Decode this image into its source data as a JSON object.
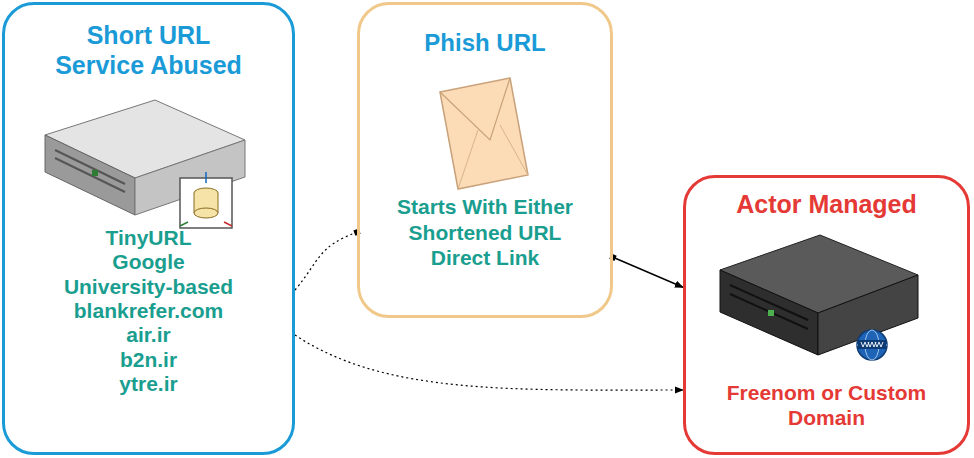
{
  "diagram": {
    "nodes": [
      {
        "text": [
          "Short URL Service Abused",
          "TinyURL",
          "Google",
          "University-based",
          "blankrefer.com",
          "air.ir",
          "b2n.ir",
          "ytre.ir"
        ]
      },
      {
        "text": [
          "Phish URL",
          "Starts With Either",
          "Shortened URL",
          "Direct Link"
        ]
      },
      {
        "text": [
          "Actor Managed",
          "Freenom or Custom Domain"
        ]
      }
    ],
    "edges": [
      {
        "from": 1,
        "to": 0,
        "arrow": "none"
      },
      {
        "from": 0,
        "to": 2,
        "arrow": "to"
      },
      {
        "from": 1,
        "to": 2,
        "arrow": "to"
      }
    ]
  }
}
